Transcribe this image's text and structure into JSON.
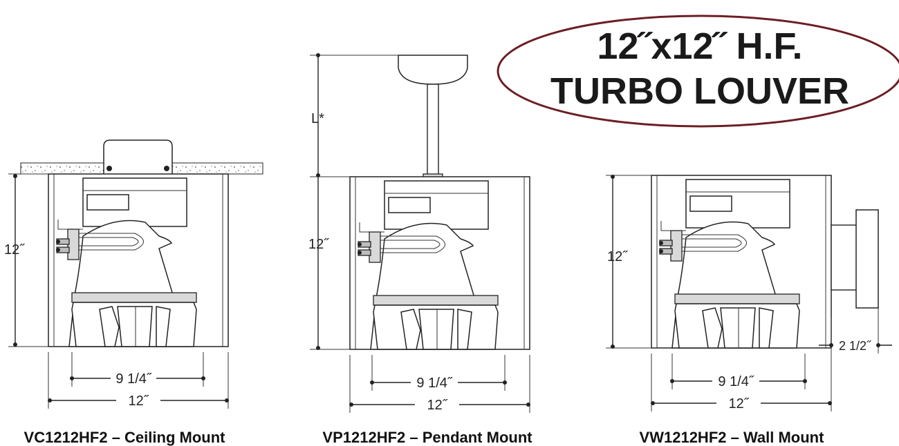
{
  "title": {
    "line1": "12˝x12˝ H.F.",
    "line2": "TURBO LOUVER",
    "oval_color": "#6b1e24"
  },
  "views": {
    "ceiling": {
      "caption": "VC1212HF2 – Ceiling Mount",
      "height_label": "12˝",
      "inner_width_label": "9 1/4˝",
      "outer_width_label": "12˝"
    },
    "pendant": {
      "caption": "VP1212HF2 – Pendant Mount",
      "height_label": "12˝",
      "length_label": "L*",
      "inner_width_label": "9 1/4˝",
      "outer_width_label": "12˝"
    },
    "wall": {
      "caption": "VW1212HF2 – Wall Mount",
      "height_label": "12˝",
      "inner_width_label": "9 1/4˝",
      "outer_width_label": "12˝",
      "offset_label": "2 1/2˝"
    }
  }
}
